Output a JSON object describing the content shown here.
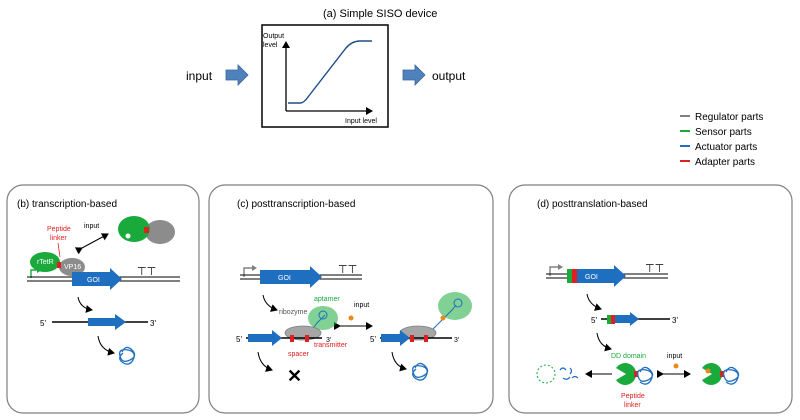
{
  "colors": {
    "regulator": "#808080",
    "sensor": "#1aaa3c",
    "actuator": "#1f6fc0",
    "adapter": "#e02020",
    "arrow_fill": "#4f81bd",
    "panel_border": "#7f7f7f",
    "orange": "#e88a1a"
  },
  "panel_a": {
    "title": "(a) Simple SISO device",
    "input": "input",
    "output": "output",
    "ylabel_line1": "Output",
    "ylabel_line2": "level",
    "xlabel": "Input level"
  },
  "legend": [
    {
      "label": "Regulator parts",
      "color_key": "regulator"
    },
    {
      "label": "Sensor parts",
      "color_key": "sensor"
    },
    {
      "label": "Actuator parts",
      "color_key": "actuator"
    },
    {
      "label": "Adapter parts",
      "color_key": "adapter"
    }
  ],
  "panel_b": {
    "title": "(b) transcription-based",
    "peptide_line1": "Peptide",
    "peptide_line2": "linker",
    "input": "input",
    "rtetr": "rTetR",
    "vp16": "VP16",
    "goi": "GOI",
    "five_prime": "5'",
    "three_prime": "3'"
  },
  "panel_c": {
    "title": "(c) posttranscription-based",
    "goi": "GOI",
    "aptamer": "aptamer",
    "input": "input",
    "ribozyme": "ribozyme",
    "transmitter": "transmitter",
    "spacer": "spacer",
    "five_prime_left": "5'",
    "three_prime_left": "3'",
    "five_prime_right": "5'",
    "three_prime_right": "3'"
  },
  "panel_d": {
    "title": "(d) posttranslation-based",
    "goi": "GOI",
    "five_prime": "5'",
    "three_prime": "3'",
    "dd_domain": "DD domain",
    "input": "input",
    "peptide_line1": "Peptide",
    "peptide_line2": "linker"
  }
}
